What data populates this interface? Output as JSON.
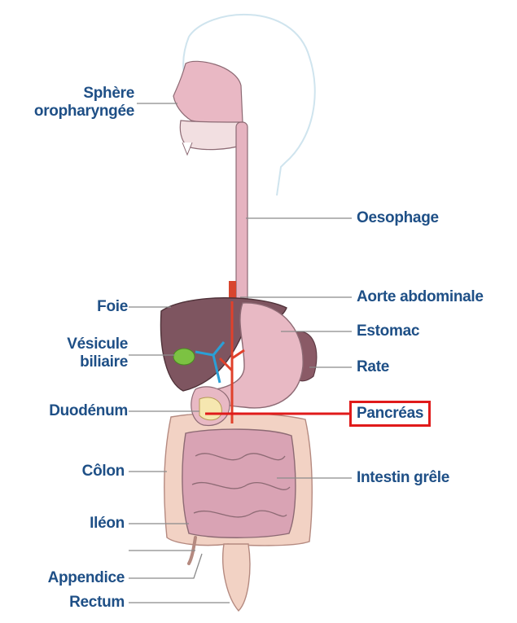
{
  "labels": {
    "sphere_line1": "Sphère",
    "sphere_line2": "oropharyngée",
    "oesophage": "Oesophage",
    "foie": "Foie",
    "aorte": "Aorte abdominale",
    "estomac": "Estomac",
    "vesicule_line1": "Vésicule",
    "vesicule_line2": "biliaire",
    "rate": "Rate",
    "duodenum": "Duodénum",
    "pancreas": "Pancréas",
    "colon": "Côlon",
    "intestin": "Intestin grêle",
    "ileon": "Iléon",
    "appendice": "Appendice",
    "rectum": "Rectum"
  },
  "colors": {
    "label_text": "#1e4f86",
    "highlight": "#e01a1a",
    "leader_line": "#8a8a8a",
    "liver": "#7e5560",
    "stomach": "#e8b9c4",
    "colon": "#f2d2c4",
    "small_intestine": "#d9a3b4",
    "gallbladder": "#7cc242",
    "pancreas": "#f6e7b0",
    "vessel_red": "#e0412b",
    "vessel_blue": "#2a9fd6"
  }
}
